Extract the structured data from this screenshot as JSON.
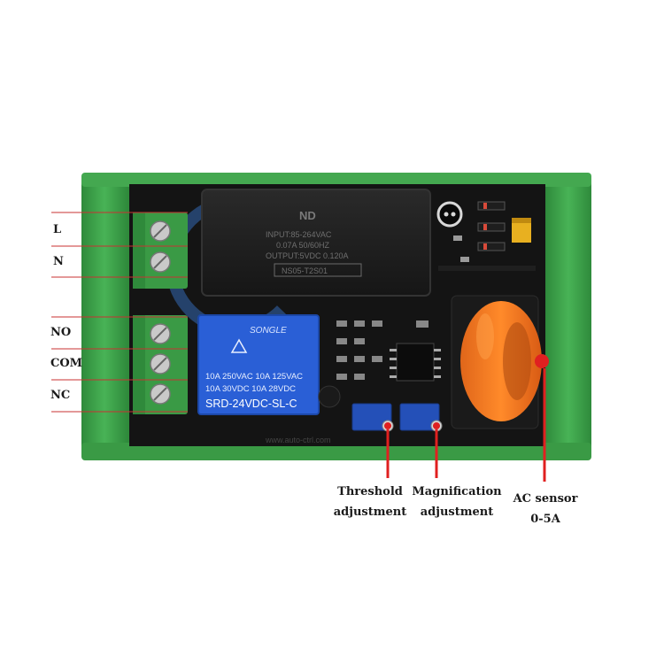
{
  "terminals": {
    "l": "L",
    "n": "N",
    "no": "NO",
    "com": "COM",
    "nc": "NC"
  },
  "callouts": {
    "threshold_line1": "Threshold",
    "threshold_line2": "adjustment",
    "magnification_line1": "Magnification",
    "magnification_line2": "adjustment",
    "sensor_line1": "AC sensor",
    "sensor_line2": "0-5A"
  },
  "board": {
    "power_module_brand": "ND",
    "power_module_input": "INPUT:85-264VAC",
    "power_module_freq": "0.07A 50/60HZ",
    "power_module_output": "OUTPUT:5VDC 0.120A",
    "power_module_model": "NS05-T2S01",
    "relay_brand": "SONGLE",
    "relay_rating_1": "10A 250VAC  10A 125VAC",
    "relay_rating_2": "10A 30VDC   10A 28VDC",
    "relay_model": "SRD-24VDC-SL-C",
    "url": "www.auto-ctrl.com"
  },
  "colors": {
    "rail_green": "#3a9a45",
    "board_black": "#141414",
    "relay_blue": "#2a5fd6",
    "sensor_orange": "#f07a1e",
    "line_red": "#c83232",
    "dot_red": "#e02020"
  }
}
